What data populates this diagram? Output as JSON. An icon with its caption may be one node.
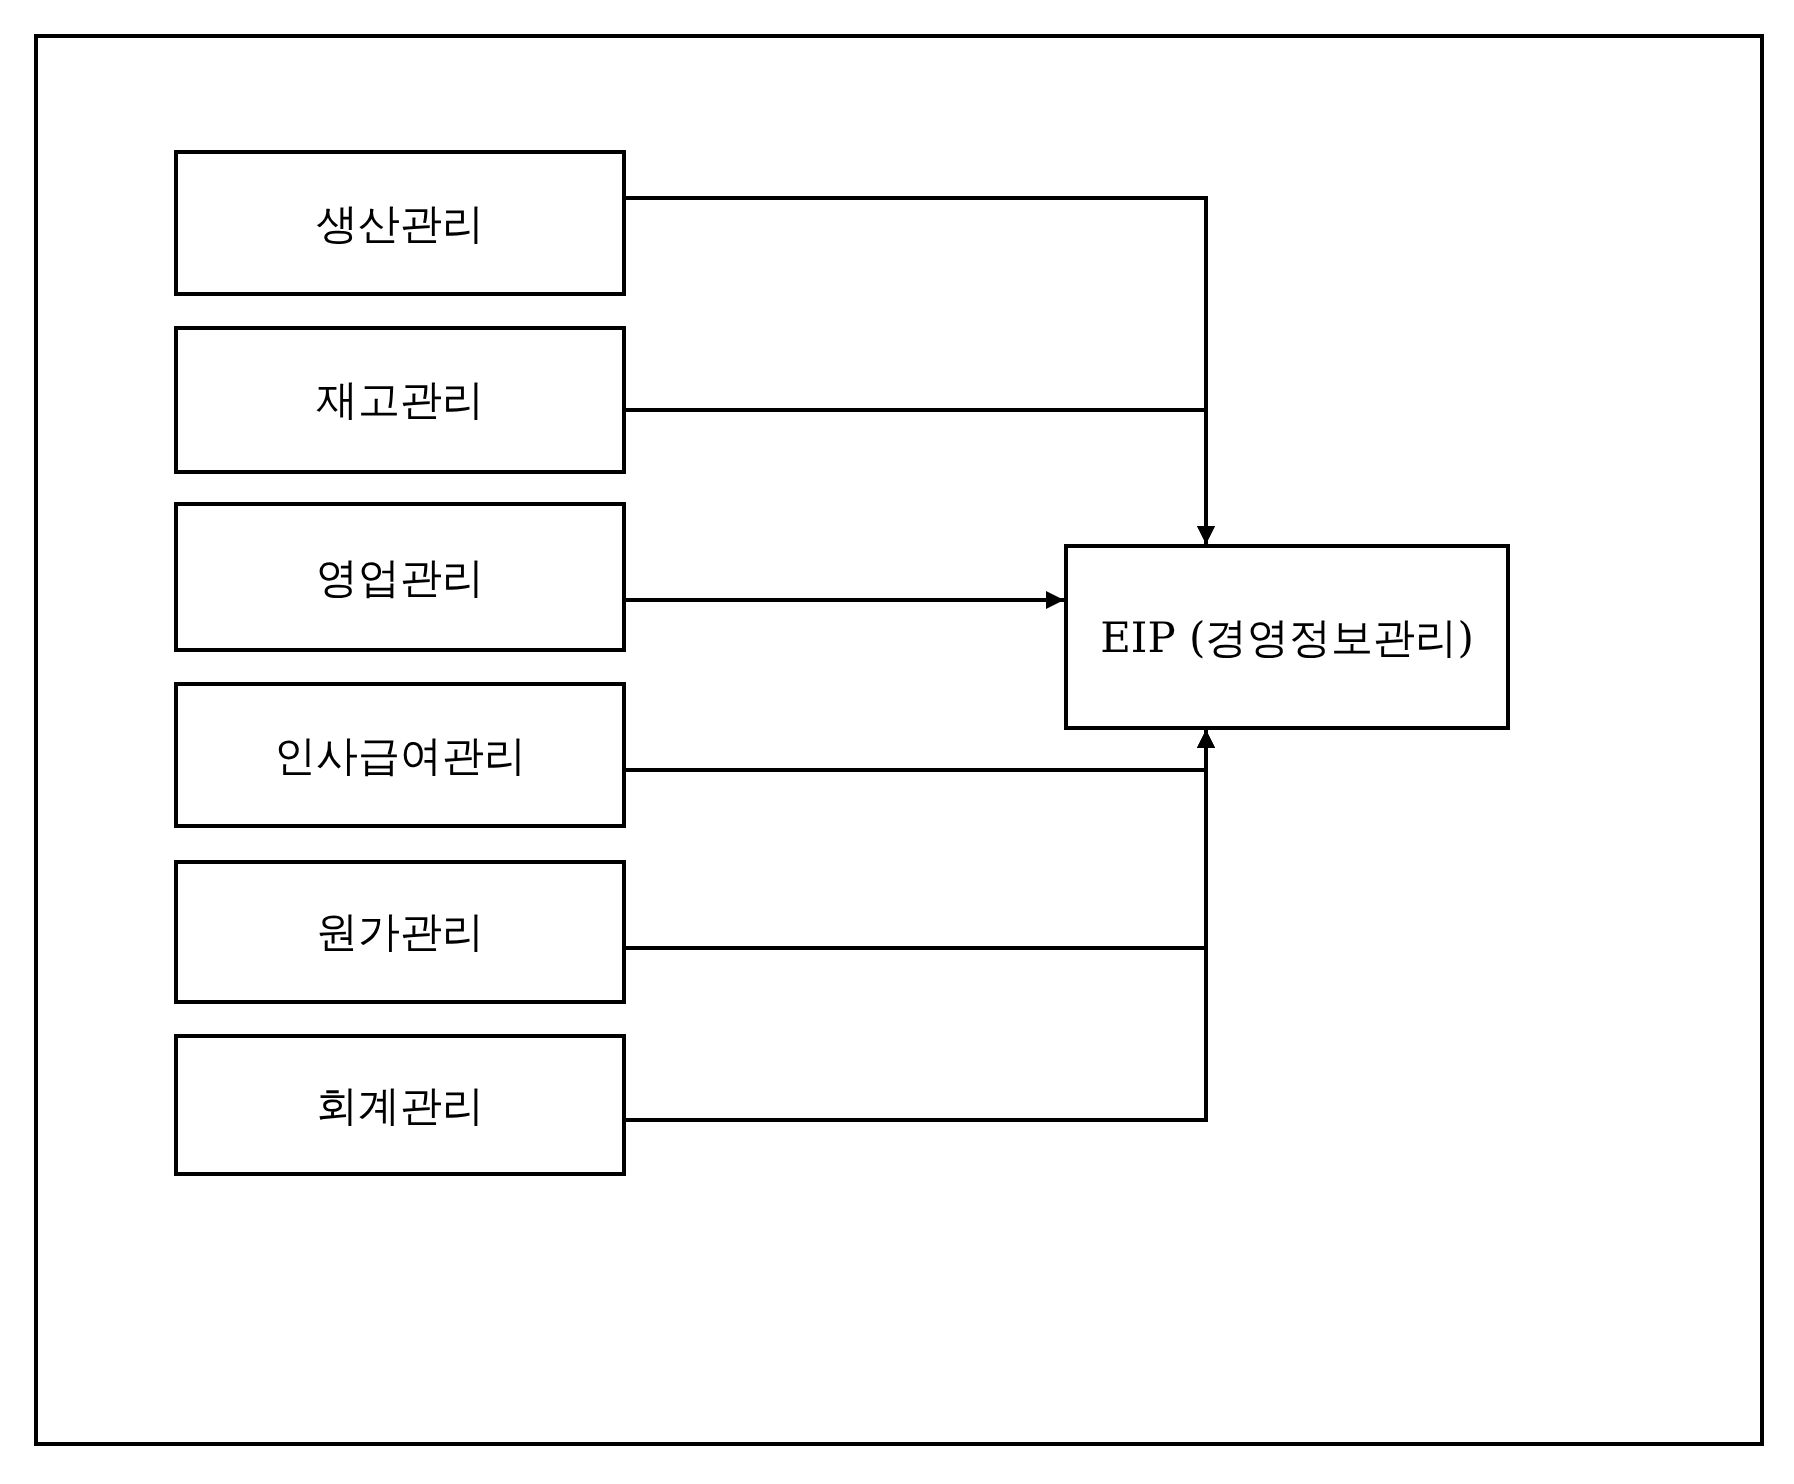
{
  "diagram": {
    "nodes": [
      {
        "text": [
          "생산관리"
        ]
      },
      {
        "text": [
          "재고관리"
        ]
      },
      {
        "text": [
          "영업관리"
        ]
      },
      {
        "text": [
          "인사급여관리"
        ]
      },
      {
        "text": [
          "원가관리"
        ]
      },
      {
        "text": [
          "회계관리"
        ]
      },
      {
        "text": [
          "EIP (경영정보관리)"
        ]
      }
    ],
    "edges": [
      {
        "from": 0,
        "to": 6,
        "arrow": "to"
      },
      {
        "from": 1,
        "to": 6,
        "arrow": "to"
      },
      {
        "from": 2,
        "to": 6,
        "arrow": "to"
      },
      {
        "from": 3,
        "to": 6,
        "arrow": "to"
      },
      {
        "from": 4,
        "to": 6,
        "arrow": "to"
      },
      {
        "from": 5,
        "to": 6,
        "arrow": "to"
      }
    ]
  }
}
